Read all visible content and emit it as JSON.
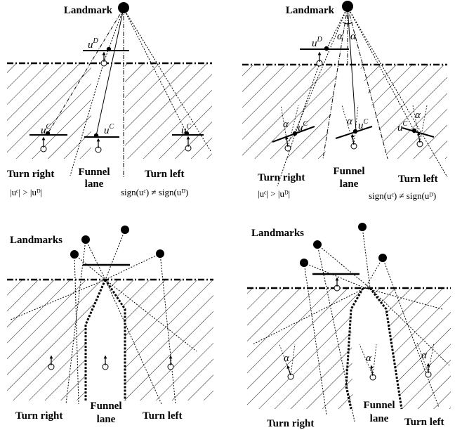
{
  "panels": {
    "top_left": {
      "landmark": "Landmark",
      "u_d": "u",
      "u_d_sup": "D",
      "u_c": "u",
      "u_c_sup": "C",
      "turn_right": "Turn right",
      "funnel_1": "Funnel",
      "funnel_2": "lane",
      "turn_left": "Turn left",
      "cond_right": "|uᶜ| > |uᴰ|",
      "cond_left": "sign(uᶜ) ≠ sign(uᴰ)"
    },
    "top_right": {
      "landmark": "Landmark",
      "u_d": "u",
      "u_d_sup": "D",
      "u_c": "u",
      "u_c_sup": "C",
      "alpha": "α",
      "turn_right": "Turn right",
      "funnel_1": "Funnel",
      "funnel_2": "lane",
      "turn_left": "Turn left",
      "cond_right": "|uᶜ| > |uᴰ|",
      "cond_left": "sign(uᶜ) ≠ sign(uᴰ)"
    },
    "bottom_left": {
      "landmarks": "Landmarks",
      "turn_right": "Turn right",
      "funnel_1": "Funnel",
      "funnel_2": "lane",
      "turn_left": "Turn left"
    },
    "bottom_right": {
      "landmarks": "Landmarks",
      "alpha": "α",
      "turn_right": "Turn right",
      "funnel_1": "Funnel",
      "funnel_2": "lane",
      "turn_left": "Turn left"
    }
  }
}
